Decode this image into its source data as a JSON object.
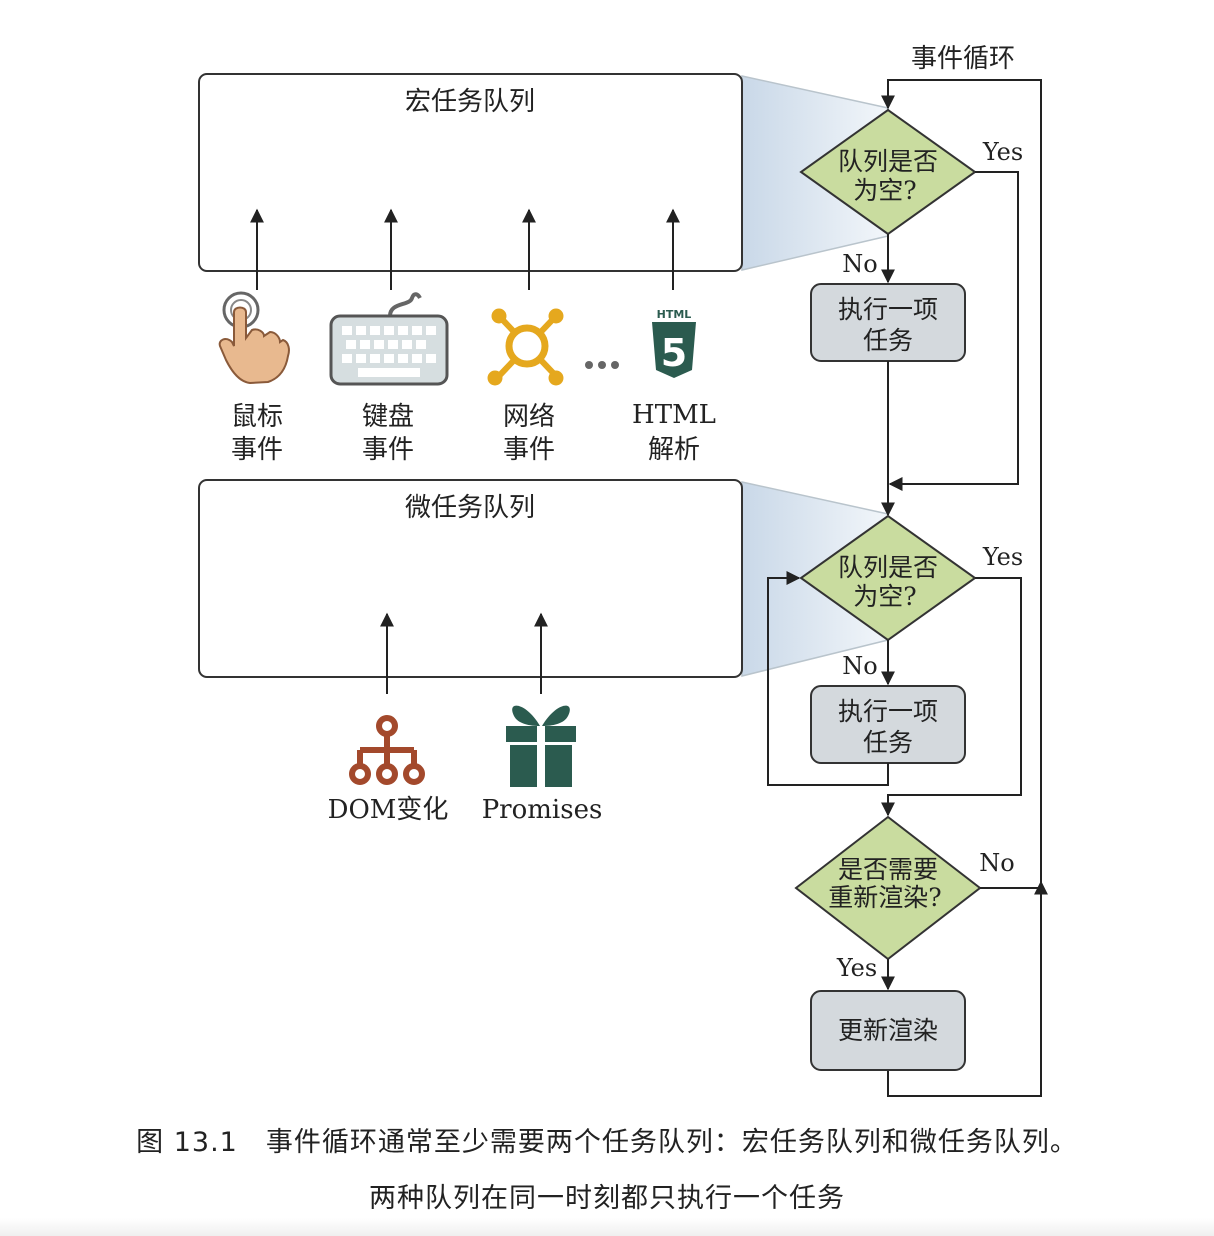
{
  "loop_label": "事件循环",
  "macro_queue": {
    "title": "宏任务队列",
    "sources": [
      {
        "icon": "mouse-click-icon",
        "line1": "鼠标",
        "line2": "事件"
      },
      {
        "icon": "keyboard-icon",
        "line1": "键盘",
        "line2": "事件"
      },
      {
        "icon": "network-icon",
        "line1": "网络",
        "line2": "事件"
      },
      {
        "icon": "html5-icon",
        "line1": "HTML",
        "line2": "解析"
      }
    ],
    "html_badge": "HTML",
    "html_digit": "5"
  },
  "micro_queue": {
    "title": "微任务队列",
    "sources": [
      {
        "icon": "dom-tree-icon",
        "label": "DOM变化"
      },
      {
        "icon": "gift-icon",
        "label": "Promises"
      }
    ]
  },
  "flow": {
    "macro_check": {
      "line1": "队列是否",
      "line2": "为空?"
    },
    "macro_task": {
      "line1": "执行一项",
      "line2": "任务"
    },
    "micro_check": {
      "line1": "队列是否",
      "line2": "为空?"
    },
    "micro_task": {
      "line1": "执行一项",
      "line2": "任务"
    },
    "render_check": {
      "line1": "是否需要",
      "line2": "重新渲染?"
    },
    "render_task": "更新渲染",
    "yes": "Yes",
    "no": "No"
  },
  "caption": {
    "line1": "图 13.1　事件循环通常至少需要两个任务队列：宏任务队列和微任务队列。",
    "line2": "两种队列在同一时刻都只执行一个任务"
  },
  "colors": {
    "diamond": "#c9dc9f",
    "task_box": "#d4d9dd",
    "funnel": "#dbe6f0",
    "hand": "#e8b98f",
    "network": "#e5a81e",
    "html5": "#2b5b4f",
    "dom": "#a3492c",
    "gift": "#2b5b4f"
  }
}
